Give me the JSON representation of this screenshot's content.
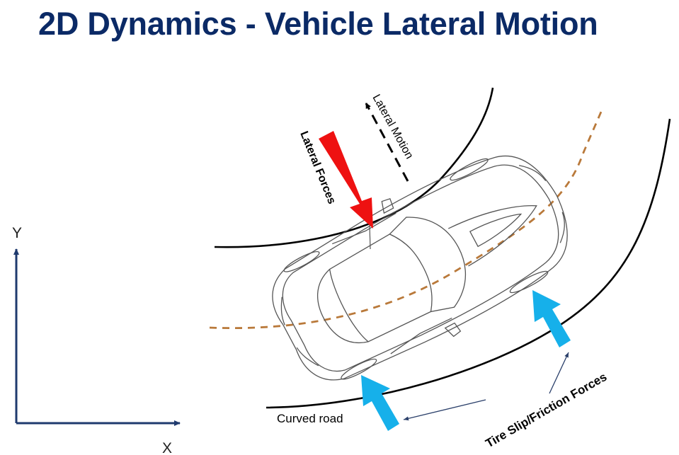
{
  "title": "2D Dynamics - Vehicle Lateral Motion",
  "axes": {
    "y_label": "Y",
    "x_label": "X"
  },
  "labels": {
    "lateral_forces": "Lateral Forces",
    "lateral_motion": "Lateral Motion",
    "curved_road": "Curved road",
    "tire_forces": "Tire Slip/Friction Forces"
  },
  "colors": {
    "title": "#0b2a66",
    "axis": "#1f3a6e",
    "lateral_force_arrow": "#ee1111",
    "tire_force_arrow": "#16b0ea",
    "path": "#b9793a",
    "road_edge": "#000000",
    "vehicle_outline": "#555555"
  }
}
